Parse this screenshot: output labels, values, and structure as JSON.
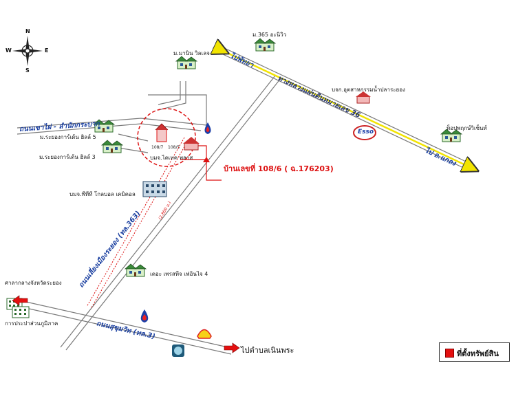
{
  "compass": {
    "n": "N",
    "s": "S",
    "e": "E",
    "w": "W"
  },
  "roads": {
    "sukhumvit": "ถนนสุขุมวิท (ทล.3)",
    "bypass": "ถนนเลี่ยงเมืองระยอง (ทล.363)",
    "khaomai": "ถนนเขาไผ่ - สำนักกระบาก",
    "route36": "ทางหลวงแผ่นดินหมายเลข 36"
  },
  "directions": {
    "to_pattaya": "ไปพัทยา",
    "to_klaeng": "ไป อ.แกลง",
    "to_noen_phra": "ไปตำบลเนินพระ"
  },
  "places": {
    "m365": "ม.365 อะนิวิว",
    "manin": "ม.มานิน วิลเลจ",
    "rayong5": "ม.ระยองการ์เด้น ฮิลล์ 5",
    "rayong3": "ม.ระยองการ์เด้น ฮิลล์ 3",
    "kinetic": "บมจ.ไดเทค พลาส",
    "ptt_global": "บมจ.พีทีที โกลบอล เคมิคอล",
    "suksaman": "บจก.อุตสาหกรรมน้ำปลาระยอง",
    "topland": "ท็อปพฤกษ์วิเซ็นท์",
    "park": "เดอะ เพรสทีจ เฟอินไจ 4",
    "court": "ศาลากลางจังหวัดระยอง",
    "waterworks": "การประปาส่วนภูมิภาค",
    "house_no_a": "108/7",
    "house_no_b": "108/5"
  },
  "subject": {
    "label": "บ้านเลขที่ 108/6  ( ฉ.176203)",
    "distance": "(2.800 ม.)"
  },
  "logos": {
    "esso": "Esso"
  },
  "legend": {
    "label": "ที่ตั้งทรัพย์สิน",
    "color": "#e41010"
  },
  "colors": {
    "road_line": "#777777",
    "road_text": "#1a3fa0",
    "highlight": "#d11111"
  }
}
